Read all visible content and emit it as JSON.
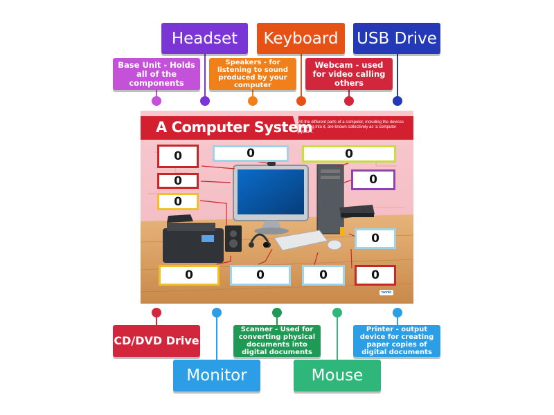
{
  "labels": {
    "headset": {
      "text": "Headset",
      "color": "#7b35d6"
    },
    "keyboard": {
      "text": "Keyboard",
      "color": "#e65116"
    },
    "usb_drive": {
      "text": "USB Drive",
      "color": "#2339b8"
    },
    "base_unit": {
      "text": "Base Unit - Holds all of the components",
      "color": "#c452d8"
    },
    "speakers": {
      "text": "Speakers - for listening to sound produced by your computer",
      "color": "#f0801a"
    },
    "webcam": {
      "text": "Webcam - used for video calling others",
      "color": "#d1263b"
    },
    "cd_dvd": {
      "text": "CD/DVD Drive",
      "color": "#d1263b"
    },
    "monitor": {
      "text": "Monitor",
      "color": "#2b9ee6"
    },
    "scanner": {
      "text": "Scanner - Used for converting physical documents into digital documents",
      "color": "#1f9a55"
    },
    "mouse": {
      "text": "Mouse",
      "color": "#2fb77b"
    },
    "printer": {
      "text": "Printer - output device for creating paper copies of digital documents",
      "color": "#2b9ee6"
    }
  },
  "poster": {
    "title": "A Computer System",
    "subtitle": "All the different parts of a computer, including the devices you plug into it, are known collectively as 'a computer system'.",
    "logo": "twinkl",
    "slot_marker": "0"
  }
}
